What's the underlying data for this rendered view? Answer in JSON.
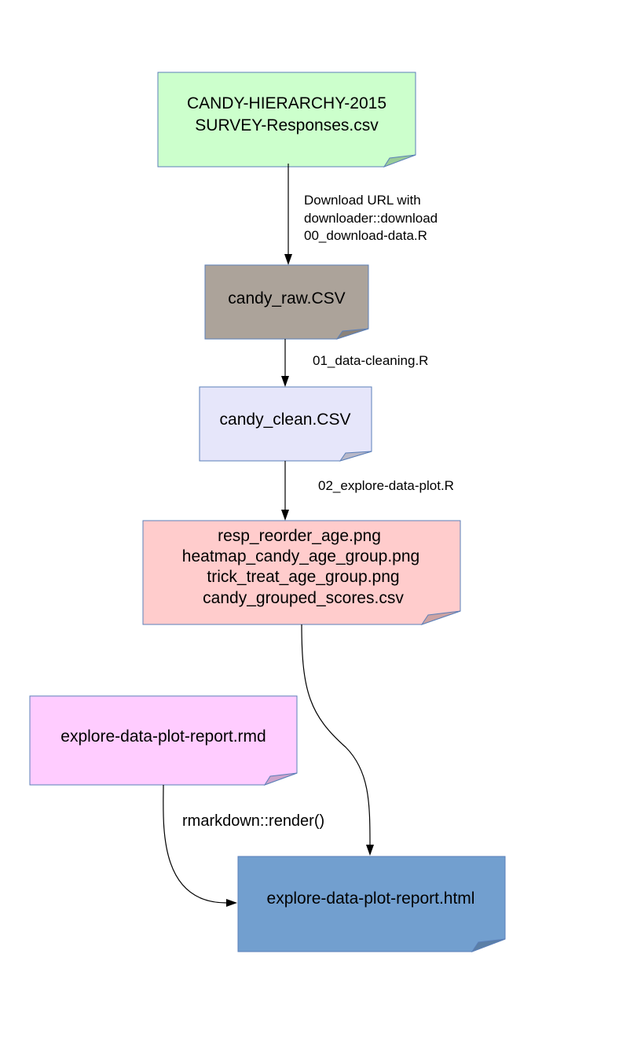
{
  "nodes": {
    "source_csv": {
      "lines": [
        "CANDY-HIERARCHY-2015",
        "SURVEY-Responses.csv"
      ],
      "fill": "#ccffcc",
      "fold_fill": "#99cc99"
    },
    "candy_raw": {
      "lines": [
        "candy_raw.CSV"
      ],
      "fill": "#aca39a",
      "fold_fill": "#8a8279"
    },
    "candy_clean": {
      "lines": [
        "candy_clean.CSV"
      ],
      "fill": "#e6e6fa",
      "fold_fill": "#b8b8c8"
    },
    "outputs": {
      "lines": [
        "resp_reorder_age.png",
        "heatmap_candy_age_group.png",
        "trick_treat_age_group.png",
        "candy_grouped_scores.csv"
      ],
      "fill": "#ffcccc",
      "fold_fill": "#cca3a3"
    },
    "report_rmd": {
      "lines": [
        "explore-data-plot-report.rmd"
      ],
      "fill": "#ffccff",
      "fold_fill": "#cca3cc"
    },
    "report_html": {
      "lines": [
        "explore-data-plot-report.html"
      ],
      "fill": "#729fcf",
      "fold_fill": "#5b7fa6"
    }
  },
  "edges": {
    "download": {
      "lines": [
        "Download URL with",
        "downloader::download",
        "00_download-data.R"
      ]
    },
    "cleaning": {
      "lines": [
        "01_data-cleaning.R"
      ]
    },
    "explore": {
      "lines": [
        "02_explore-data-plot.R"
      ]
    },
    "render": {
      "lines": [
        "rmarkdown::render()"
      ]
    }
  }
}
